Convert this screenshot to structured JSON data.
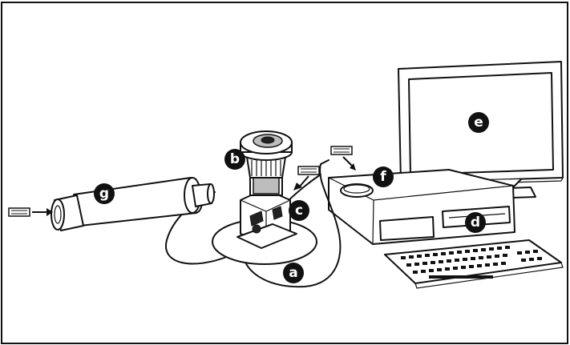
{
  "diagram": {
    "labels": [
      {
        "id": "a",
        "text": "a"
      },
      {
        "id": "b",
        "text": "b"
      },
      {
        "id": "c",
        "text": "c"
      },
      {
        "id": "d",
        "text": "d"
      },
      {
        "id": "e",
        "text": "e"
      },
      {
        "id": "f",
        "text": "f"
      },
      {
        "id": "g",
        "text": "g"
      }
    ]
  }
}
